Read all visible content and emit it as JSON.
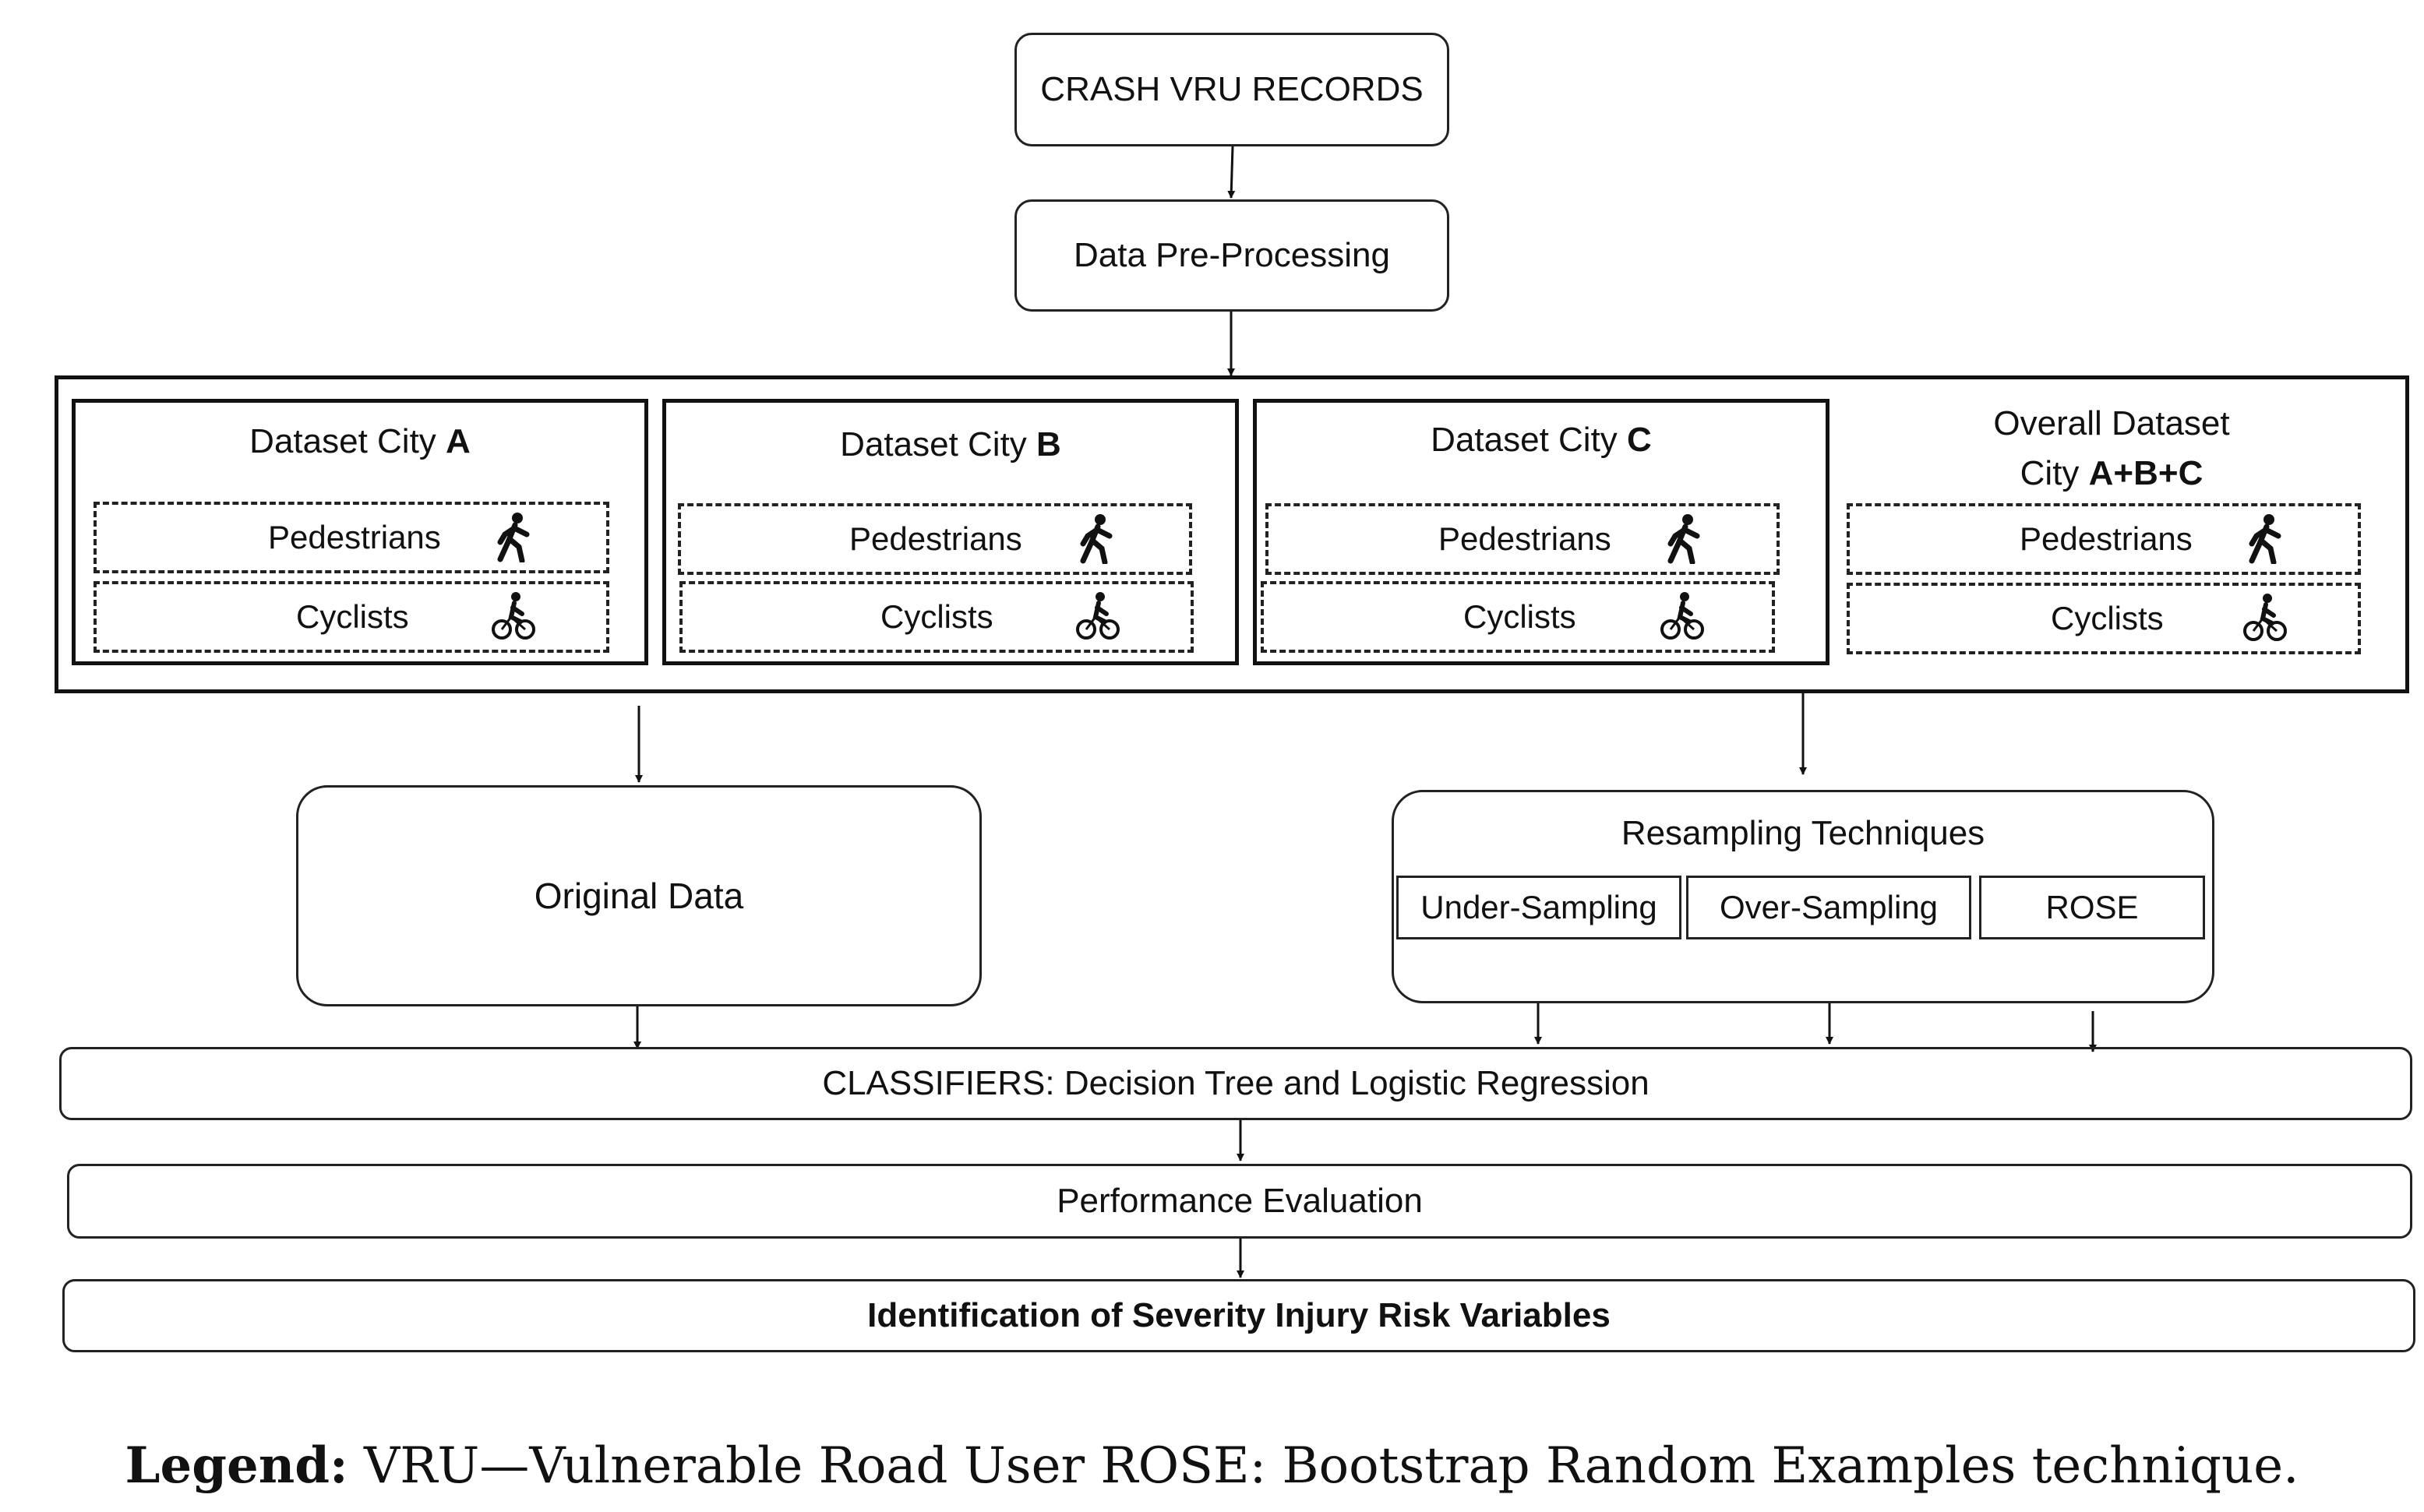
{
  "top": {
    "crash_records": "CRASH VRU RECORDS",
    "preprocessing": "Data Pre-Processing"
  },
  "datasets": [
    {
      "title_prefix": "Dataset City ",
      "title_bold": "A",
      "pedestrians": "Pedestrians",
      "cyclists": "Cyclists"
    },
    {
      "title_prefix": "Dataset City ",
      "title_bold": "B",
      "pedestrians": "Pedestrians",
      "cyclists": "Cyclists"
    },
    {
      "title_prefix": "Dataset City ",
      "title_bold": "C",
      "pedestrians": "Pedestrians",
      "cyclists": "Cyclists"
    },
    {
      "title_line1": "Overall Dataset",
      "title_prefix": "City ",
      "title_bold": "A+B+C",
      "pedestrians": "Pedestrians",
      "cyclists": "Cyclists"
    }
  ],
  "icons": {
    "pedestrian": "pedestrian-icon",
    "cyclist": "cyclist-icon"
  },
  "original_data": "Original Data",
  "resampling": {
    "title": "Resampling Techniques",
    "methods": [
      "Under-Sampling",
      "Over-Sampling",
      "ROSE"
    ]
  },
  "classifiers": "CLASSIFIERS: Decision Tree and Logistic Regression",
  "evaluation": "Performance Evaluation",
  "identification": "Identification of Severity Injury Risk Variables",
  "legend": {
    "label": "Legend:",
    "text": " VRU—Vulnerable Road User ROSE: Bootstrap Random Examples technique."
  }
}
